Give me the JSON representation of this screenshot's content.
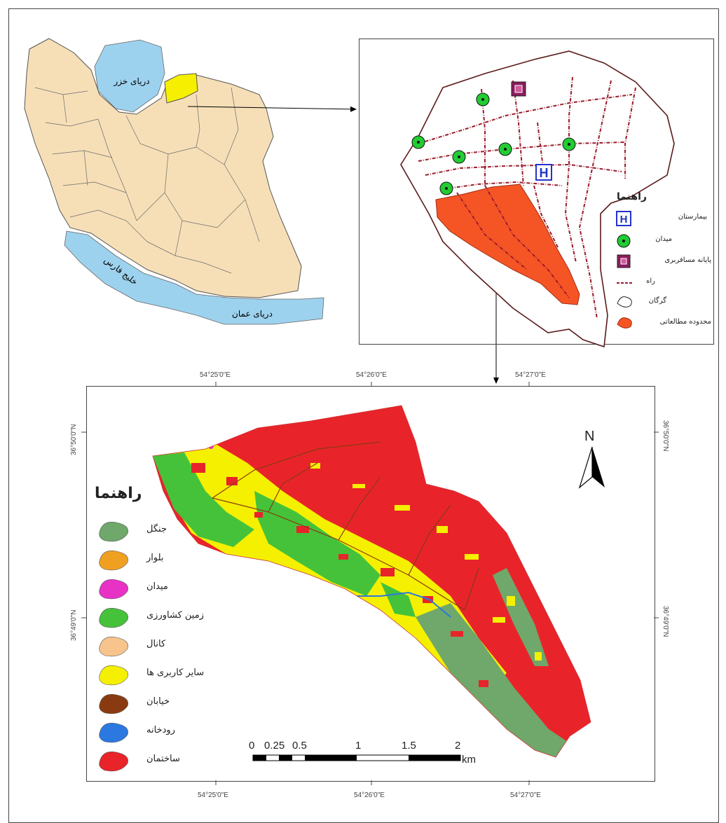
{
  "iran_map": {
    "caspian_label": "دریای خزر",
    "persian_gulf_label": "خلیج فارس",
    "oman_sea_label": "دریای عمان",
    "colors": {
      "land": "#f6dfb7",
      "water": "#9dd2ee",
      "highlight": "#f6f000"
    }
  },
  "city_map": {
    "legend_title": "راهنما",
    "legend": [
      {
        "label": "بیمارستان",
        "icon": "hospital-icon"
      },
      {
        "label": "میدان",
        "icon": "square-icon"
      },
      {
        "label": "پایانه مسافربری",
        "icon": "terminal-icon"
      },
      {
        "label": "راه",
        "icon": "road-line-icon"
      },
      {
        "label": "گرگان",
        "icon": "city-outline-icon"
      },
      {
        "label": "محدوده مطالعاتی",
        "icon": "study-area-icon"
      }
    ],
    "colors": {
      "study_area": "#f55525",
      "road": "#9b1b2b",
      "square": "#22cc33",
      "hospital": "#2233cc",
      "terminal": "#8b1c5e"
    }
  },
  "main_map": {
    "top_coords": [
      "54°25'0\"E",
      "54°26'0\"E",
      "54°27'0\"E"
    ],
    "bottom_coords": [
      "54°25'0\"E",
      "54°26'0\"E",
      "54°27'0\"E"
    ],
    "left_coords": [
      "36°50'0\"N",
      "36°49'0\"N"
    ],
    "right_coords": [
      "36°50'0\"N",
      "36°49'0\"N"
    ],
    "north_label": "N",
    "legend_title": "راهنما",
    "legend": [
      {
        "label": "جنگل",
        "color": "#6fa86a"
      },
      {
        "label": "بلوار",
        "color": "#f0a020"
      },
      {
        "label": "میدان",
        "color": "#e832c6"
      },
      {
        "label": "زمین کشاورزی",
        "color": "#45c23a"
      },
      {
        "label": "کانال",
        "color": "#f6c48c"
      },
      {
        "label": "سایر کاربری ها",
        "color": "#f4f000"
      },
      {
        "label": "خیابان",
        "color": "#8a3a10"
      },
      {
        "label": "رودخانه",
        "color": "#2a78e0"
      },
      {
        "label": "ساختمان",
        "color": "#e8242a"
      }
    ],
    "scale_ticks": [
      "0",
      "0.25",
      "0.5",
      "1",
      "1.5",
      "2"
    ],
    "scale_unit": "km"
  }
}
